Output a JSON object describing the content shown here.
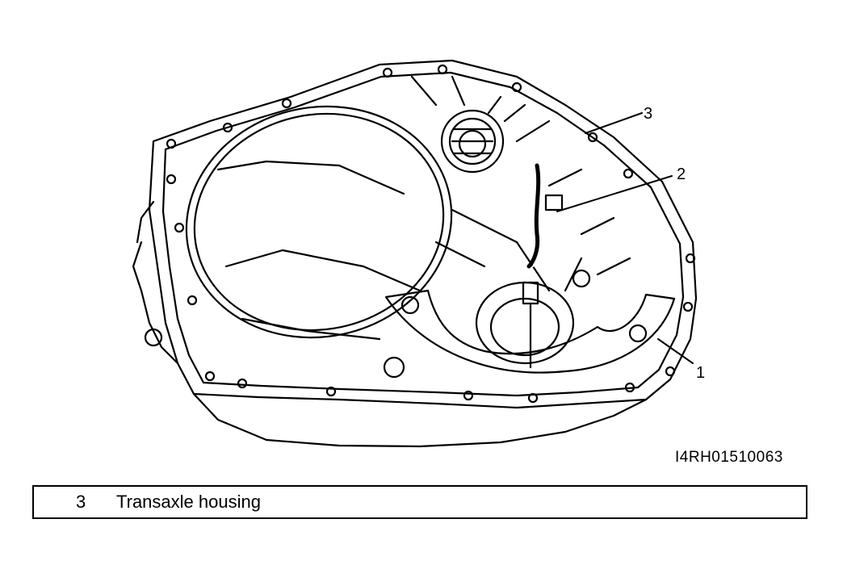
{
  "callouts": {
    "c1": "1",
    "c2": "2",
    "c3": "3"
  },
  "image_code": "I4RH01510063",
  "legend": {
    "number": "3",
    "description": "Transaxle housing"
  }
}
